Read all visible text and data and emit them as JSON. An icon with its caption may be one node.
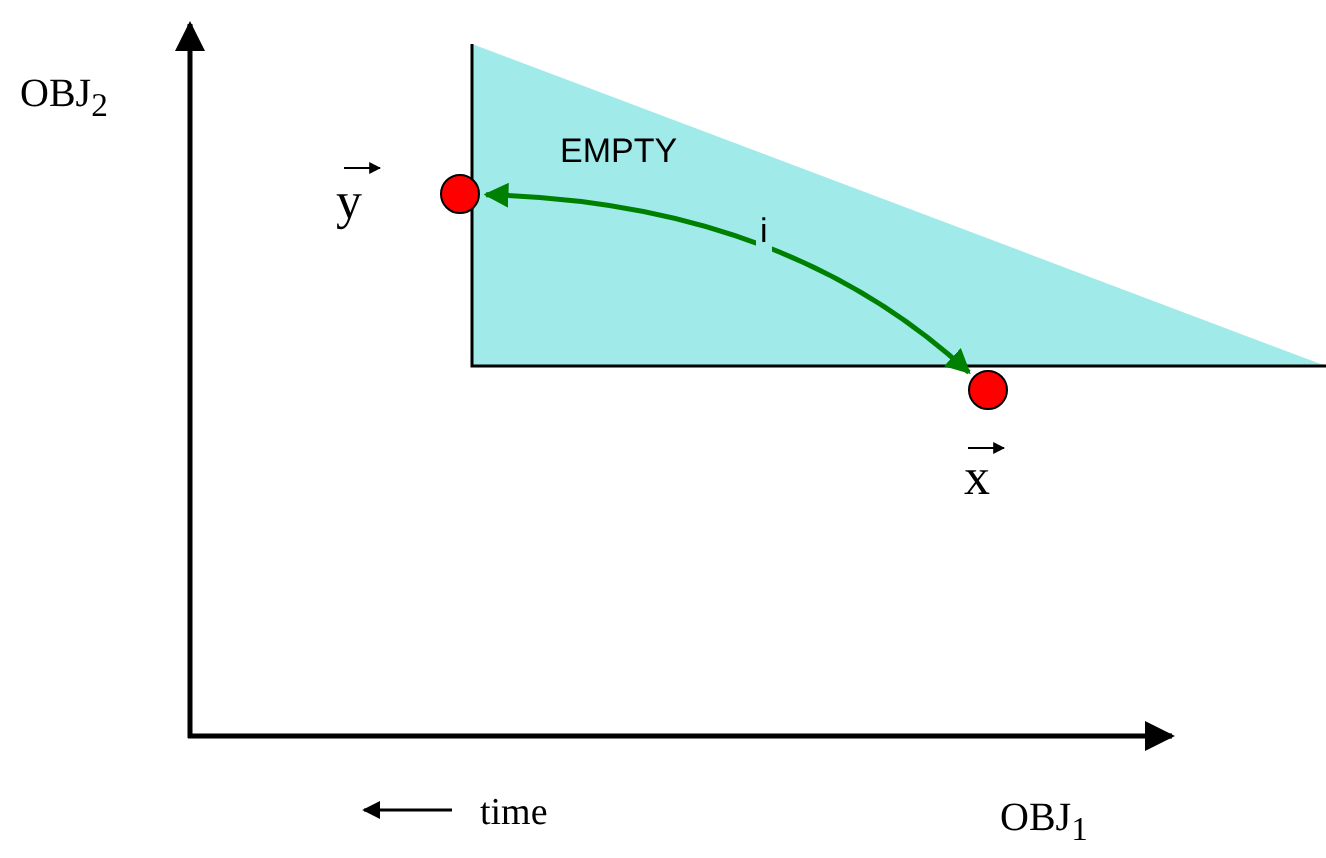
{
  "diagram": {
    "nodes": [
      {
        "text": [],
        "shape": "circle",
        "beside": [
          "y"
        ]
      },
      {
        "text": [],
        "shape": "circle",
        "beside": [
          "x"
        ]
      }
    ],
    "edges": [
      {
        "from": 1,
        "to": 0,
        "arrow": "both",
        "label": "i",
        "color": "#008000"
      }
    ],
    "labels": [
      "OBJ$_{2}$",
      "EMPTY",
      "time",
      "OBJ$_{1}$"
    ]
  }
}
